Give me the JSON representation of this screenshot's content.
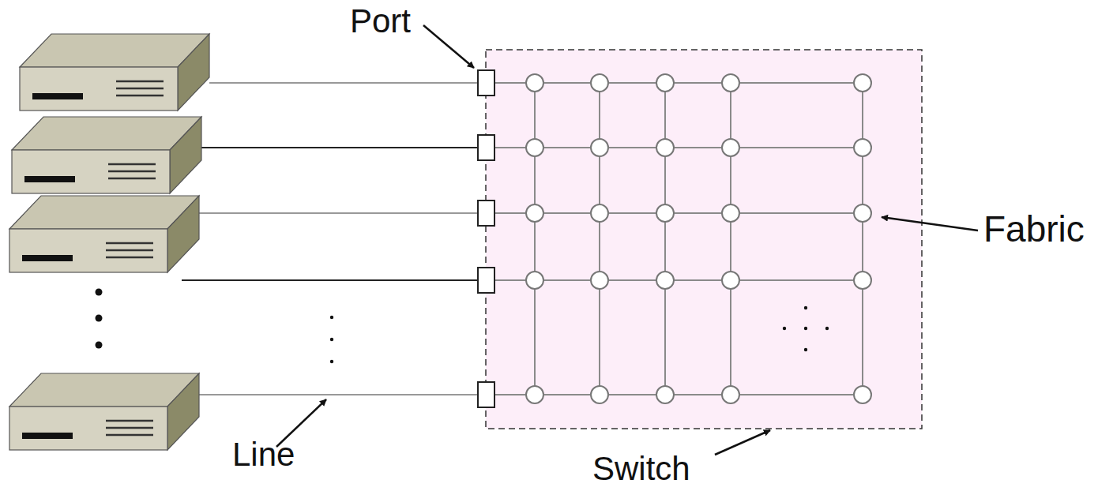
{
  "diagram": {
    "labels": [
      "Port",
      "Fabric",
      "Line",
      "Switch"
    ]
  }
}
